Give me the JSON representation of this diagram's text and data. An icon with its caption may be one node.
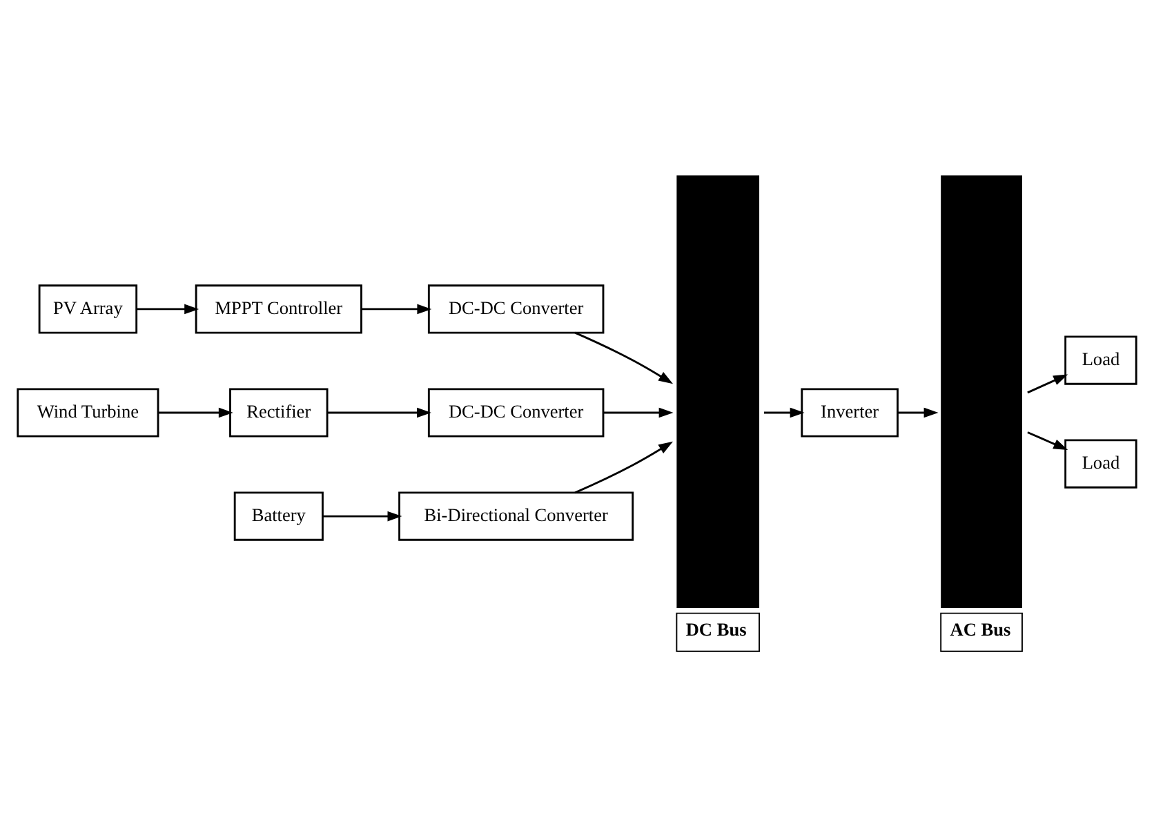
{
  "diagram": {
    "nodes": [
      {
        "text": [
          "PV Array"
        ]
      },
      {
        "text": [
          "MPPT Controller"
        ]
      },
      {
        "text": [
          "DC-DC Converter"
        ]
      },
      {
        "text": [
          "Wind Turbine"
        ]
      },
      {
        "text": [
          "Rectifier"
        ]
      },
      {
        "text": [
          "DC-DC Converter"
        ]
      },
      {
        "text": [
          "Battery"
        ]
      },
      {
        "text": [
          "Bi-Directional Converter"
        ]
      },
      {
        "text": [
          "DC Bus"
        ]
      },
      {
        "text": [
          "Inverter"
        ]
      },
      {
        "text": [
          "AC Bus"
        ]
      },
      {
        "text": [
          "Load"
        ]
      },
      {
        "text": [
          "Load"
        ]
      }
    ],
    "edges": [
      {
        "from": 0,
        "to": 1,
        "arrow": "to"
      },
      {
        "from": 1,
        "to": 2,
        "arrow": "to"
      },
      {
        "from": 2,
        "to": 8,
        "arrow": "to"
      },
      {
        "from": 3,
        "to": 4,
        "arrow": "to"
      },
      {
        "from": 4,
        "to": 5,
        "arrow": "to"
      },
      {
        "from": 5,
        "to": 8,
        "arrow": "to"
      },
      {
        "from": 6,
        "to": 7,
        "arrow": "to"
      },
      {
        "from": 7,
        "to": 8,
        "arrow": "to"
      },
      {
        "from": 8,
        "to": 9,
        "arrow": "to"
      },
      {
        "from": 9,
        "to": 10,
        "arrow": "to"
      },
      {
        "from": 10,
        "to": 11,
        "arrow": "to"
      },
      {
        "from": 10,
        "to": 12,
        "arrow": "to"
      }
    ]
  }
}
